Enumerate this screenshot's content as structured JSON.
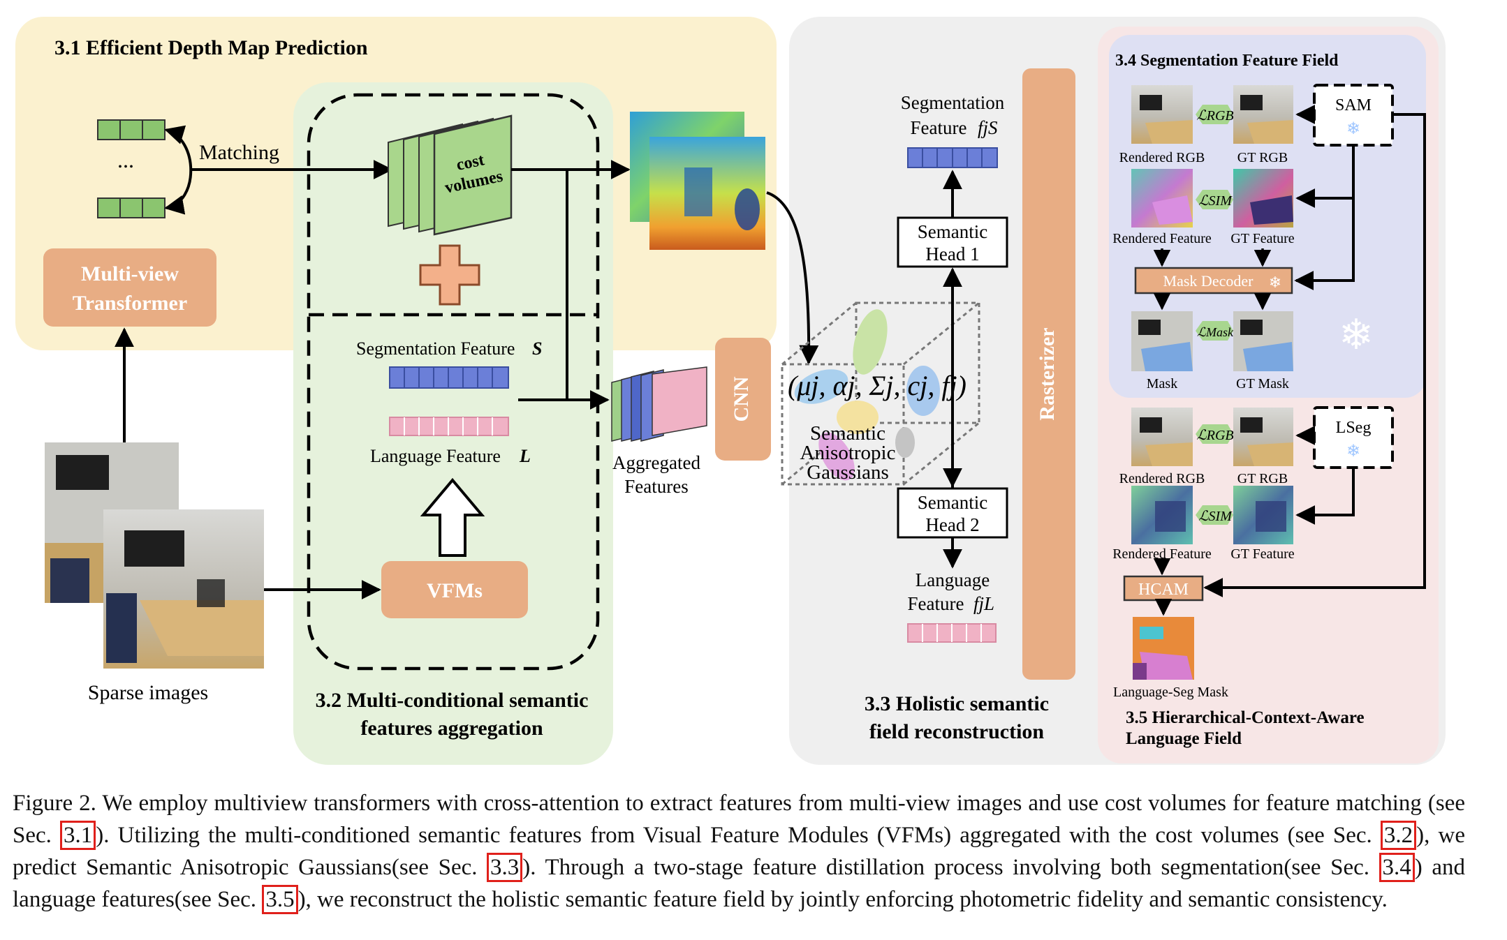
{
  "sections": {
    "s31": "3.1 Efficient Depth Map Prediction",
    "s32_line1": "3.2 Multi-conditional semantic",
    "s32_line2": "features aggregation",
    "s33_line1": "3.3 Holistic semantic",
    "s33_line2": "field reconstruction",
    "s34": "3.4 Segmentation Feature Field",
    "s35_line1": "3.5 Hierarchical-Context-Aware",
    "s35_line2": "Language Field"
  },
  "labels": {
    "matching": "Matching",
    "ellipsis": "...",
    "mvt_line1": "Multi-view",
    "mvt_line2": "Transformer",
    "cost_line1": "cost",
    "cost_line2": "volumes",
    "seg_feature_s": "Segmentation Feature",
    "seg_feature_s_sym": "S",
    "lang_feature_l": "Language Feature",
    "lang_feature_l_sym": "L",
    "vfms": "VFMs",
    "sparse_images": "Sparse images",
    "agg_line1": "Aggregated",
    "agg_line2": "Features",
    "cnn": "CNN",
    "gauss_params": "(μj, αj, Σj, cj, fj)",
    "sem_line1": "Semantic",
    "sem_line2": "Anisotropic",
    "sem_line3": "Gaussians",
    "segf_line1": "Segmentation",
    "segf_line2": "Feature",
    "segf_sym": "fjS",
    "head1_line1": "Semantic",
    "head1_line2": "Head 1",
    "head2_line1": "Semantic",
    "head2_line2": "Head 2",
    "langf_line1": "Language",
    "langf_line2": "Feature",
    "langf_sym": "fjL",
    "rasterizer": "Rasterizer",
    "rendered_rgb": "Rendered RGB",
    "gt_rgb": "GT RGB",
    "rendered_feature": "Rendered Feature",
    "gt_feature": "GT Feature",
    "mask_decoder": "Mask Decoder",
    "mask": "Mask",
    "gt_mask": "GT Mask",
    "sam": "SAM",
    "lseg": "LSeg",
    "hcam": "HCAM",
    "lang_seg_mask": "Language-Seg Mask",
    "loss_rgb": "ℒRGB",
    "loss_sim": "ℒSIM",
    "loss_mask": "ℒMask"
  },
  "caption": {
    "t1": "Figure 2. We employ multiview transformers with cross-attention to extract features from multi-view images and use cost volumes for feature matching (see Sec. ",
    "r1": "3.1",
    "t2": "). Utilizing the multi-conditioned semantic features from Visual Feature Modules (VFMs) aggregated with the cost volumes (see Sec. ",
    "r2": "3.2",
    "t3": "), we predict Semantic Anisotropic Gaussians(see Sec. ",
    "r3": "3.3",
    "t4": "). Through a two-stage feature distillation process involving both segmentation(see Sec. ",
    "r4": "3.4",
    "t5": ") and language features(see Sec. ",
    "r5": "3.5",
    "t6": "), we reconstruct the holistic semantic feature field by jointly enforcing photometric fidelity and semantic consistency."
  },
  "icons": [
    "plus-icon",
    "snowflake-icon",
    "hollow-up-arrow-icon"
  ],
  "colors": {
    "panel_depth": "#fbf1cf",
    "panel_aggregation": "#e6f2dc",
    "panel_reconstruction": "#efefef",
    "panel_segmentation": "#dee0f3",
    "panel_language": "#f7e6e6",
    "box_orange": "#e8ad84",
    "feature_blue": "#6b7fd8",
    "feature_pink": "#f0b2c5",
    "cell_green": "#8bc56f",
    "loss_green": "#a8d68f"
  }
}
